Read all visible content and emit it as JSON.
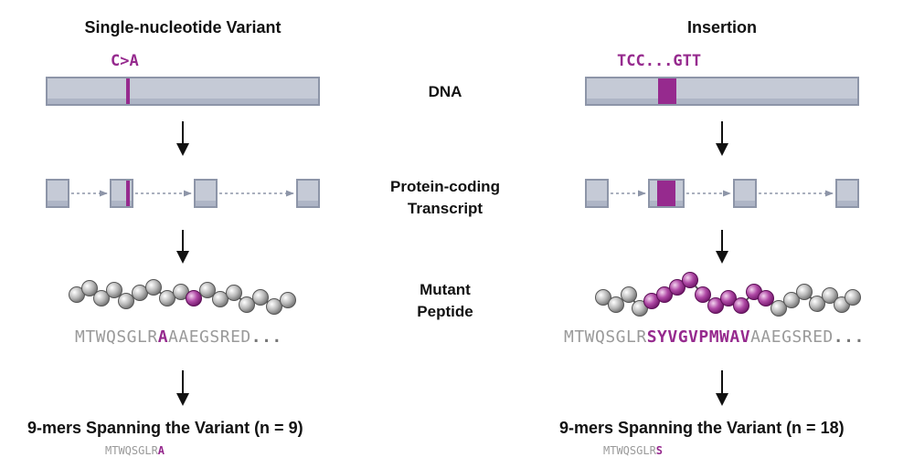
{
  "left": {
    "title": "Single-nucleotide Variant",
    "mutation_label": "C>A",
    "peptide": {
      "prefix": "MTWQSGLR",
      "mutant": "A",
      "suffix": "AAEGSRED",
      "ellipsis": "..."
    },
    "kmers_title": "9-mers Spanning the Variant (n = 9)",
    "first_kmer": {
      "prefix": "MTWQSGLR",
      "mutant": "A"
    }
  },
  "right": {
    "title": "Insertion",
    "mutation_label": "TCC...GTT",
    "peptide": {
      "prefix": "MTWQSGLR",
      "mutant": "SYVGVPMWAV",
      "suffix": "AAEGSRED",
      "ellipsis": "..."
    },
    "kmers_title": "9-mers Spanning the Variant (n = 18)",
    "first_kmer": {
      "prefix": "MTWQSGLR",
      "mutant": "S"
    }
  },
  "center": {
    "dna": "DNA",
    "transcript_line1": "Protein-coding",
    "transcript_line2": "Transcript",
    "peptide_line1": "Mutant",
    "peptide_line2": "Peptide"
  },
  "colors": {
    "mutant": "#962a8e",
    "bar_fill": "#c5cad6",
    "bar_border": "#8d95a8",
    "normal_residue": "#9a9a9a",
    "dashed_connector": "#8d95a8"
  }
}
